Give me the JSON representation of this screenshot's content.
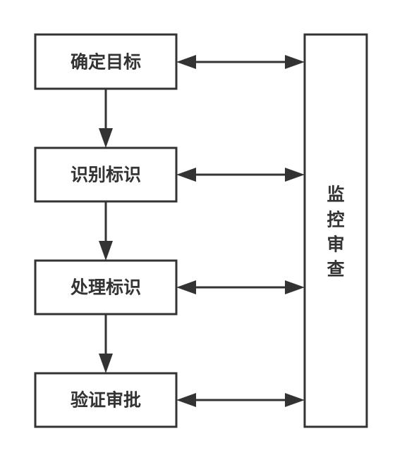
{
  "nodes": [
    {
      "id": "n1",
      "label": "确定目标"
    },
    {
      "id": "n2",
      "label": "识别标识"
    },
    {
      "id": "n3",
      "label": "处理标识"
    },
    {
      "id": "n4",
      "label": "验证审批"
    }
  ],
  "side_box": {
    "label_chars": [
      "监",
      "控",
      "审",
      "查"
    ]
  },
  "colors": {
    "stroke": "#333333",
    "fill": "#ffffff",
    "text": "#333333"
  }
}
